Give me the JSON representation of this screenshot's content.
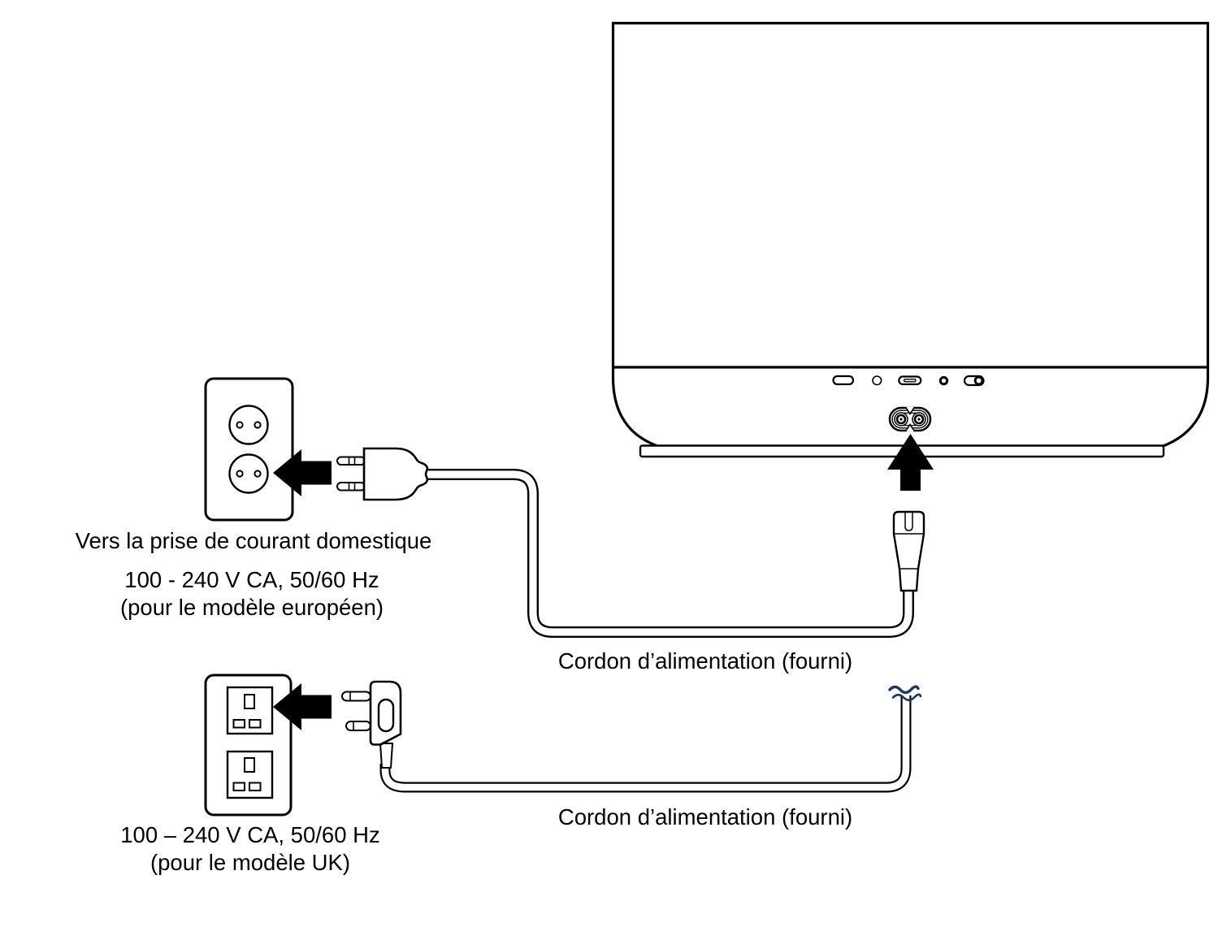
{
  "page": {
    "background": "#ffffff"
  },
  "diagram": {
    "device": {
      "name": "speaker rear panel",
      "rear_ports_icons": [
        "pill-port-icon",
        "round-port-icon",
        "slot-port-icon",
        "dot-port-icon",
        "switch-icon"
      ],
      "power_inlet_icon": "c7-ac-inlet-icon",
      "insert_arrow_icon": "arrow-up-icon"
    },
    "eu": {
      "socket_icon": "eu-wall-socket-icon",
      "plug_icon": "europlug-icon",
      "arrow_icon": "arrow-left-icon",
      "caption": "Vers la prise de courant domestique",
      "voltage": "100 - 240 V CA, 50/60 Hz",
      "model_note": "(pour le modèle européen)",
      "cord_label": "Cordon d’alimentation (fourni)"
    },
    "uk": {
      "socket_icon": "uk-wall-socket-icon",
      "plug_icon": "uk-plug-icon",
      "arrow_icon": "arrow-left-icon",
      "voltage": "100 – 240 V CA, 50/60 Hz",
      "model_note": "(pour le modèle UK)",
      "cord_label": "Cordon d’alimentation (fourni)",
      "cord_break_icon": "cable-break-icon"
    },
    "colors": {
      "line": "#000000",
      "break_mark": "#17375E"
    }
  }
}
